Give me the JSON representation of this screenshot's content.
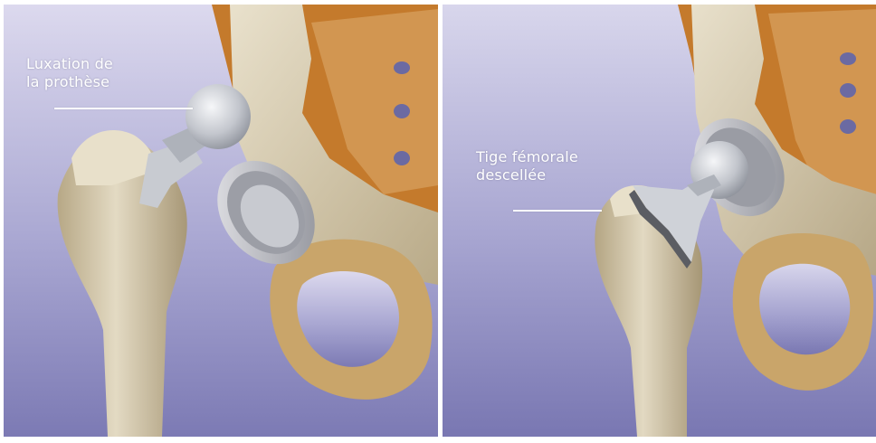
{
  "panels": [
    {
      "caption_lines": [
        "Luxation de",
        "la prothèse"
      ]
    },
    {
      "caption_lines": [
        "Tige fémorale",
        "descellée"
      ]
    }
  ],
  "colors": {
    "background_top": "#d6d3ea",
    "background_bottom": "#7b79b3",
    "bone": "#d9cfb6",
    "bone_shadow": "#a8987a",
    "cartilage_orange": "#c47a2c",
    "implant_metal": "#c9ccd2",
    "caption_text": "#ffffff"
  }
}
